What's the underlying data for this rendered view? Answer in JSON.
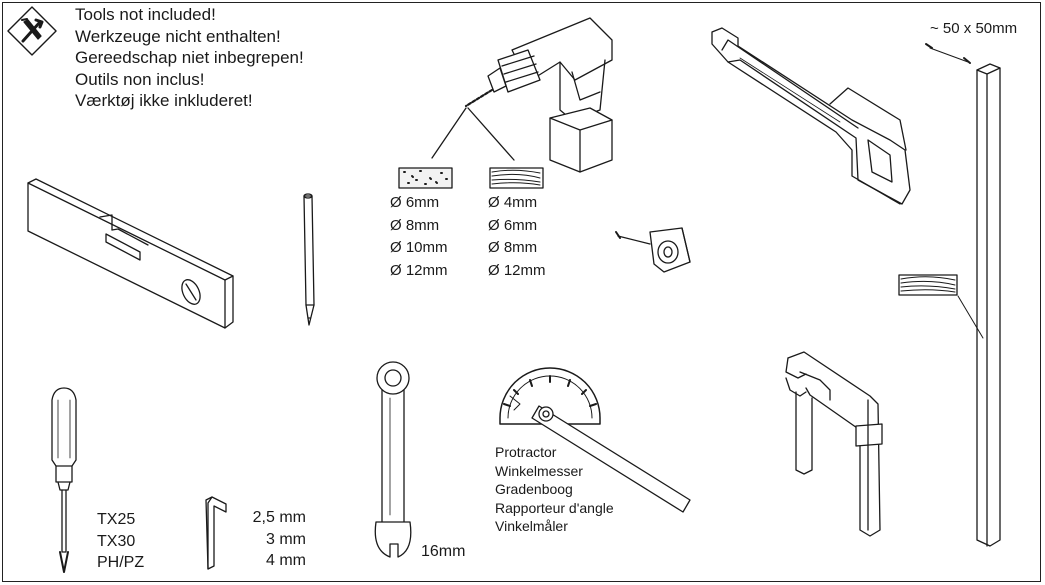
{
  "notice": {
    "lines": [
      "Tools not included!",
      "Werkzeuge nicht enthalten!",
      "Gereedschap niet inbegrepen!",
      "Outils non inclus!",
      "Værktøj ikke inkluderet!"
    ]
  },
  "lumber": {
    "dimension": "~ 50 x 50mm"
  },
  "drill_bits": {
    "stone": [
      "Ø  6mm",
      "Ø  8mm",
      "Ø 10mm",
      "Ø 12mm"
    ],
    "wood": [
      "Ø  4mm",
      "Ø  6mm",
      "Ø  8mm",
      "Ø  12mm"
    ]
  },
  "protractor": {
    "labels": [
      "Protractor",
      "Winkelmesser",
      "Gradenboog",
      "Rapporteur d'angle",
      "Vinkelmåler"
    ]
  },
  "screwdriver": {
    "bits": [
      "TX25",
      "TX30",
      "PH/PZ"
    ]
  },
  "hex_key": {
    "sizes": [
      "2,5 mm",
      "3 mm",
      "4 mm"
    ]
  },
  "wrench": {
    "size": "16mm"
  }
}
